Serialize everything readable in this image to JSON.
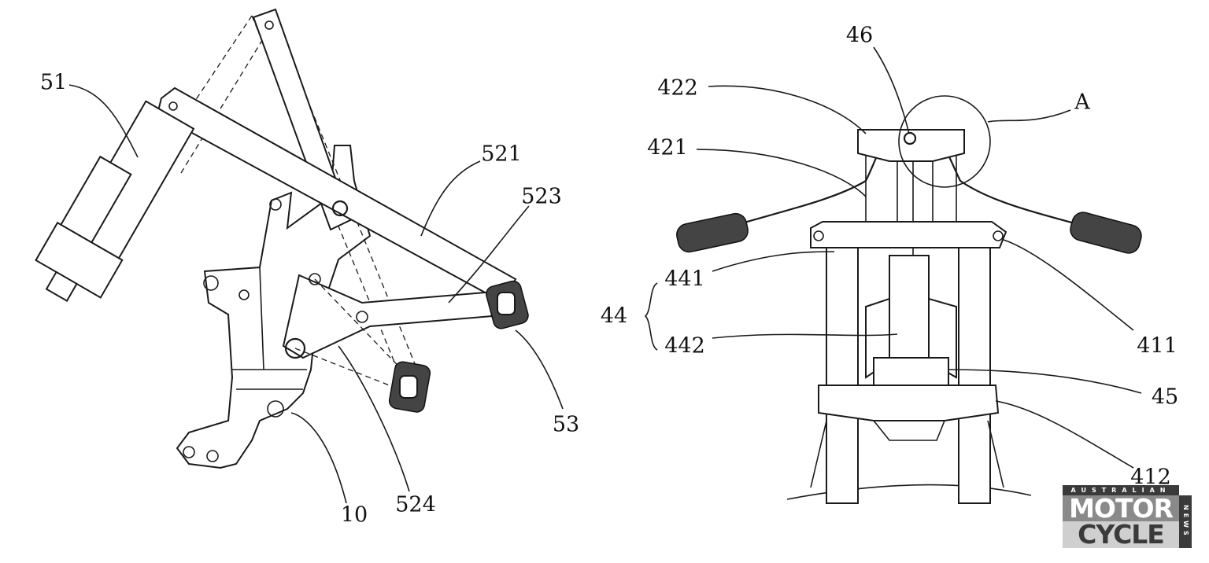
{
  "left_figure": {
    "labels": [
      "51",
      "521",
      "523",
      "53",
      "524",
      "10"
    ]
  },
  "right_figure": {
    "labels": [
      "46",
      "422",
      "A",
      "421",
      "441",
      "44",
      "442",
      "411",
      "45",
      "412"
    ]
  },
  "logo": {
    "top_text": "AUSTRALIAN",
    "line1": "MOTOR",
    "line2": "CYCLE",
    "side_text": "NEWS"
  },
  "colors": {
    "line": "#1a1a1a",
    "logo_dark": "#3a3a3a",
    "logo_mid": "#8a8a8a",
    "logo_light": "#cfcfcf"
  }
}
